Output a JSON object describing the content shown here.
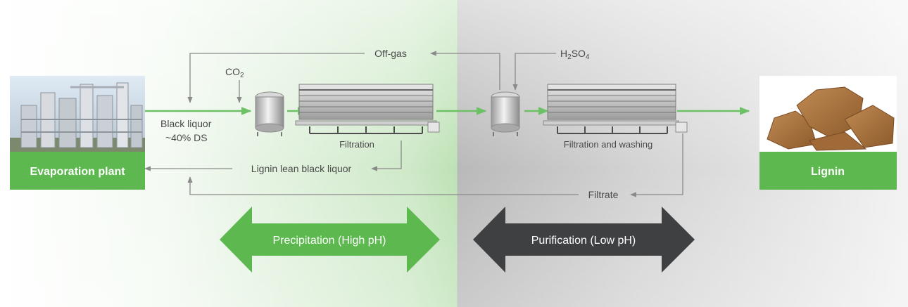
{
  "nodes": {
    "evaporation_plant": "Evaporation plant",
    "lignin": "Lignin"
  },
  "labels": {
    "off_gas": "Off-gas",
    "h2so4_main": "H",
    "h2so4_sub1": "2",
    "h2so4_mid": "SO",
    "h2so4_sub2": "4",
    "co2_main": "CO",
    "co2_sub": "2",
    "black_liquor": "Black liquor",
    "black_liquor_ds": "~40% DS",
    "filtration": "Filtration",
    "filtration_washing": "Filtration and washing",
    "lignin_lean": "Lignin lean black liquor",
    "filtrate": "Filtrate"
  },
  "stages": {
    "precipitation": "Precipitation (High pH)",
    "purification": "Purification (Low pH)"
  },
  "colors": {
    "green": "#5cb84f",
    "dark": "#3f4042",
    "line": "#8a8a8a"
  }
}
